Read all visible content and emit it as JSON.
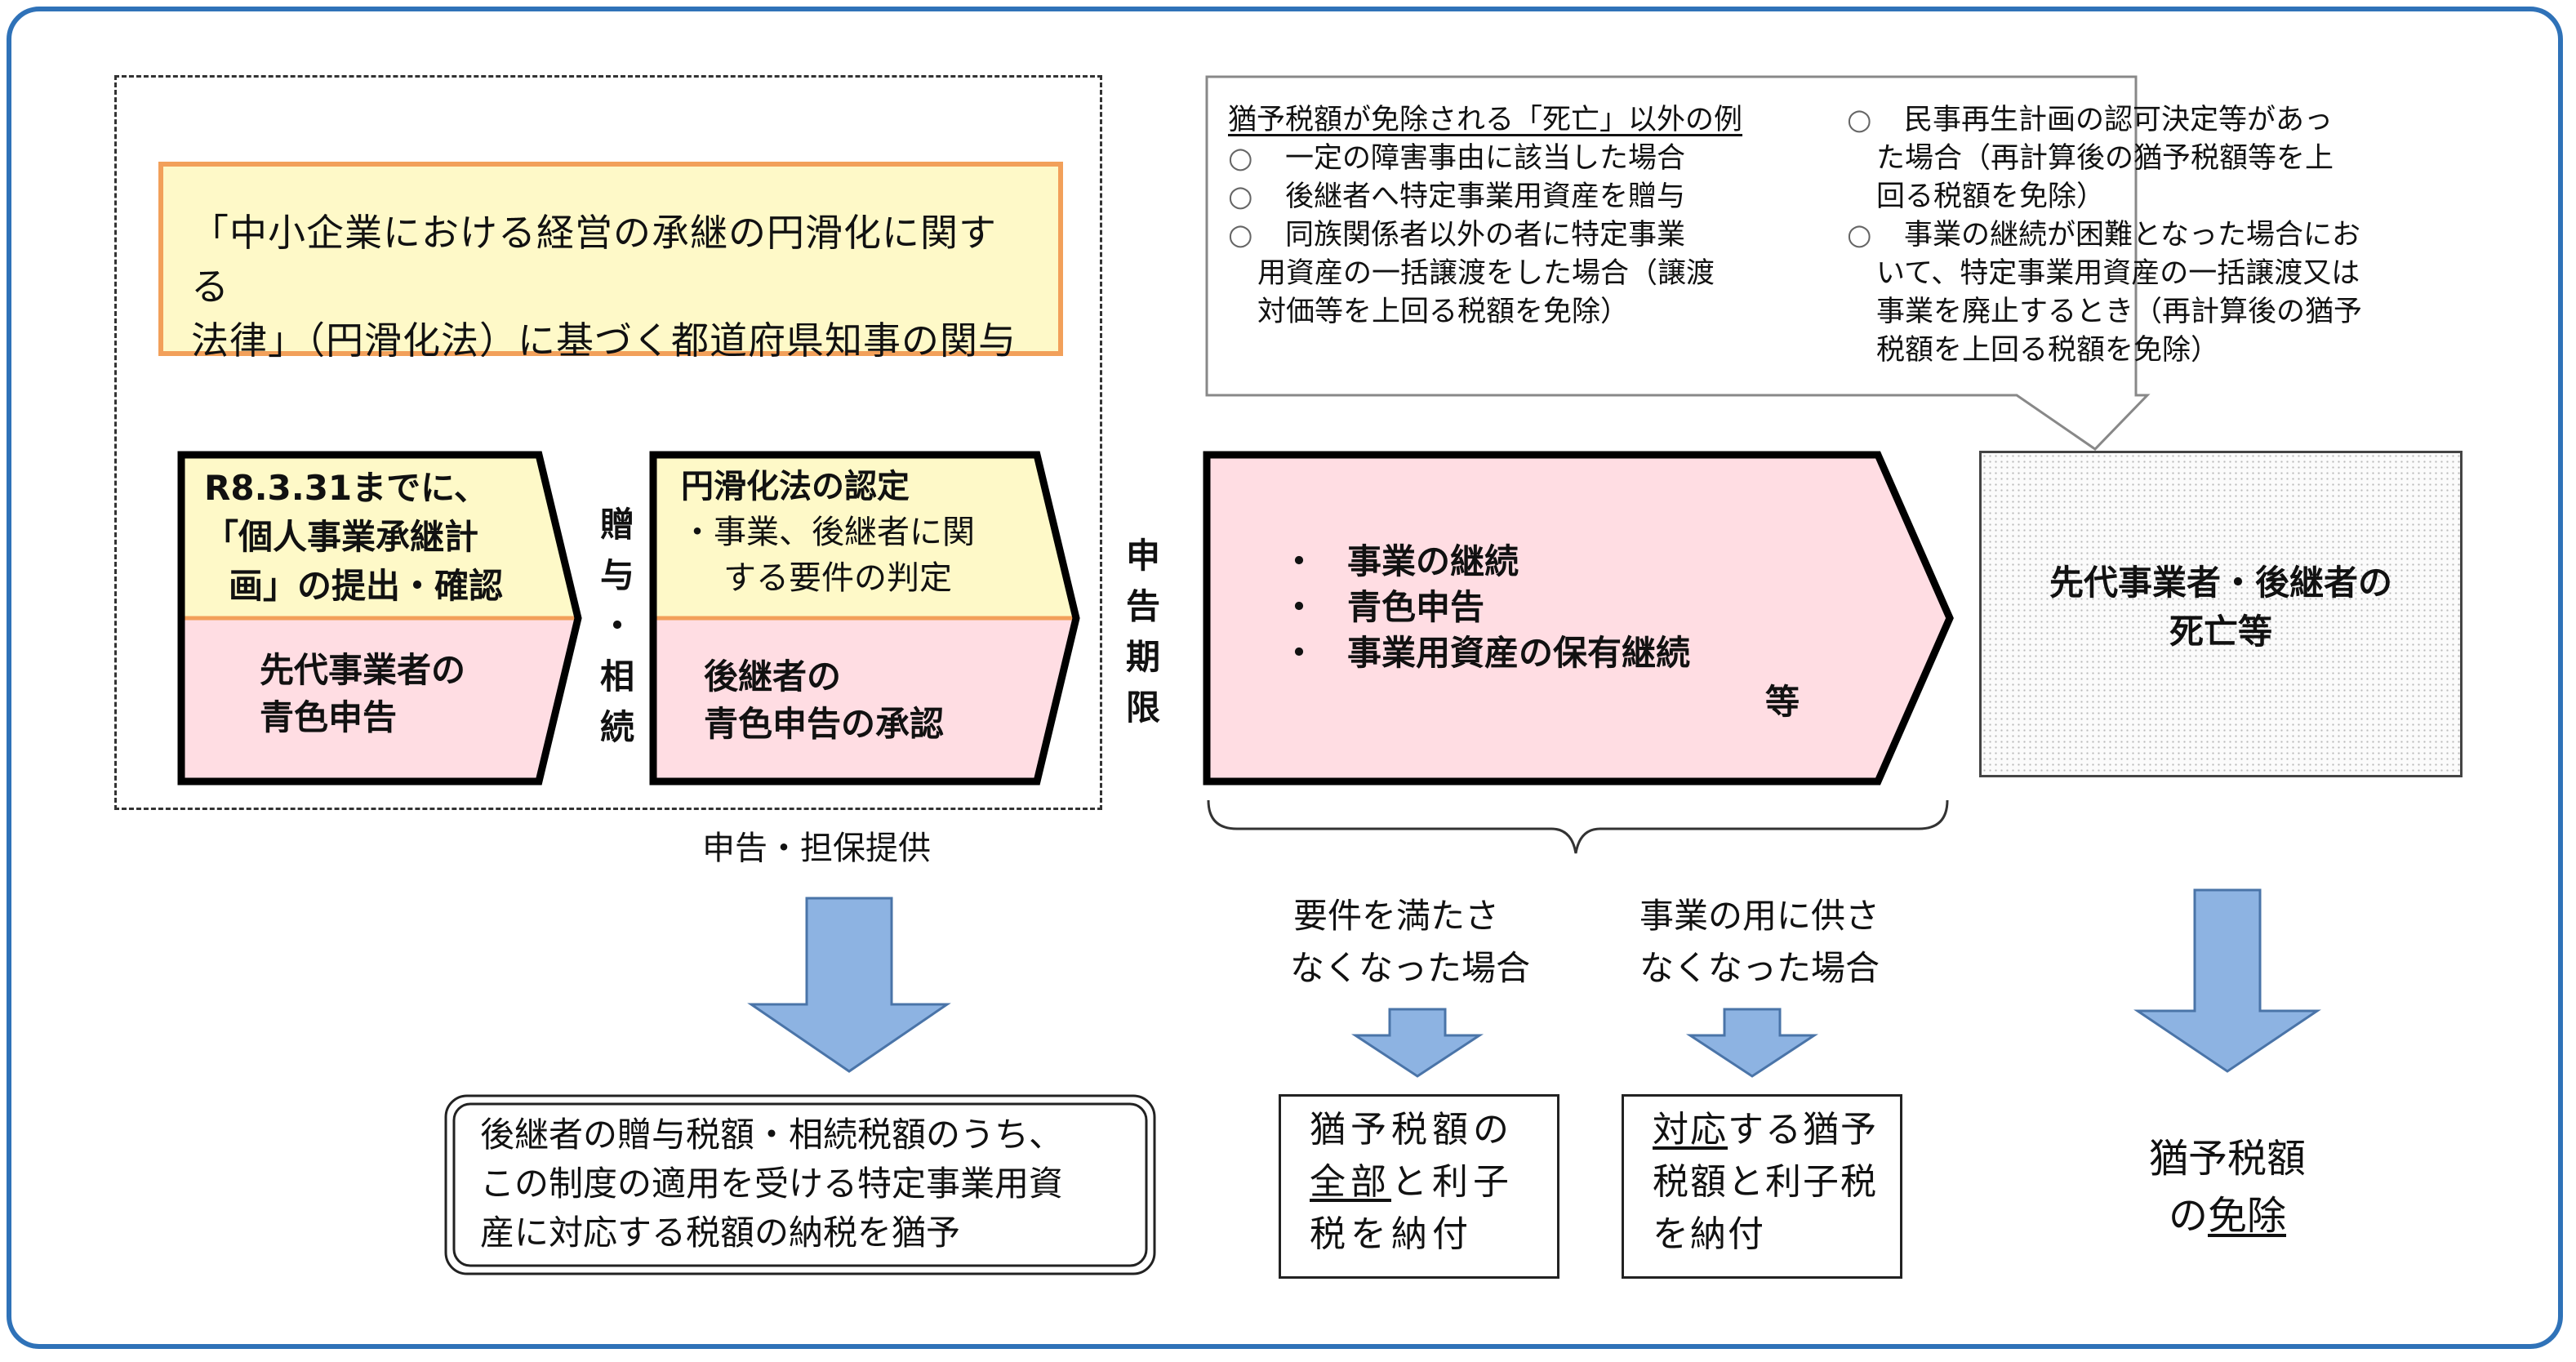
{
  "law_note": {
    "line1": "「中小企業における経営の承継の円滑化に関する",
    "line2": "法律」（円滑化法）に基づく都道府県知事の関与"
  },
  "box_plan": {
    "title_line1": "R8.3.31までに、",
    "title_line2": "「個人事業承継計",
    "title_line3": "画」の提出・確認",
    "body_line1": "先代事業者の",
    "body_line2": "青色申告"
  },
  "label_gift": {
    "chars": [
      "贈",
      "与",
      "・",
      "相",
      "続"
    ]
  },
  "box_cert": {
    "title": "円滑化法の認定",
    "sub_line1": "・事業、後継者に関",
    "sub_line2": "する要件の判定",
    "body_line1": "後継者の",
    "body_line2": "青色申告の承認"
  },
  "label_deadline": {
    "chars": [
      "申",
      "告",
      "期",
      "限"
    ]
  },
  "box_requirements": {
    "bullets": [
      "事業の継続",
      "青色申告",
      "事業用資産の保有継続"
    ],
    "bullet_mark": "・",
    "etc": "等"
  },
  "callout": {
    "title": "猶予税額が免除される「死亡」以外の例",
    "marker": "○",
    "left_items": [
      {
        "lines": [
          "一定の障害事由に該当した場合"
        ]
      },
      {
        "lines": [
          "後継者へ特定事業用資産を贈与"
        ]
      },
      {
        "lines": [
          "同族関係者以外の者に特定事業",
          "用資産の一括譲渡をした場合（譲渡",
          "対価等を上回る税額を免除）"
        ]
      }
    ],
    "right_items": [
      {
        "lines": [
          "民事再生計画の認可決定等があっ",
          "た場合（再計算後の猶予税額等を上",
          "回る税額を免除）"
        ]
      },
      {
        "lines": [
          "事業の継続が困難となった場合にお",
          "いて、特定事業用資産の一括譲渡又は",
          "事業を廃止するとき（再計算後の猶予",
          "税額を上回る税額を免除）"
        ]
      }
    ]
  },
  "box_death": {
    "line1": "先代事業者・後継者の",
    "line2": "死亡等"
  },
  "filing_label": "申告・担保提供",
  "cond_unmet": {
    "line1": "要件を満たさ",
    "line2": "なくなった場合"
  },
  "cond_unused": {
    "line1": "事業の用に供さ",
    "line2": "なくなった場合"
  },
  "result_defer": {
    "line1": "後継者の贈与税額・相続税額のうち、",
    "line2": "この制度の適用を受ける特定事業用資",
    "line3": "産に対応する税額の納税を猶予"
  },
  "result_full": {
    "line1": "猶予税額の",
    "line2_u": "全部",
    "line2_rest": "と利子",
    "line3": "税を納付"
  },
  "result_partial": {
    "line1_u": "対応",
    "line1_rest": "する猶予",
    "line2": "税額と利子税",
    "line3": "を納付"
  },
  "result_exempt": {
    "line1": "猶予税額",
    "line2_pre": "の",
    "line2_u": "免除"
  },
  "colors": {
    "frame": "#2f72b8",
    "pink": "#ffdde3",
    "yellow": "#fef9c8",
    "orange": "#f2a05a",
    "arrow_fill": "#8db3e2",
    "arrow_stroke": "#4a74a8"
  }
}
